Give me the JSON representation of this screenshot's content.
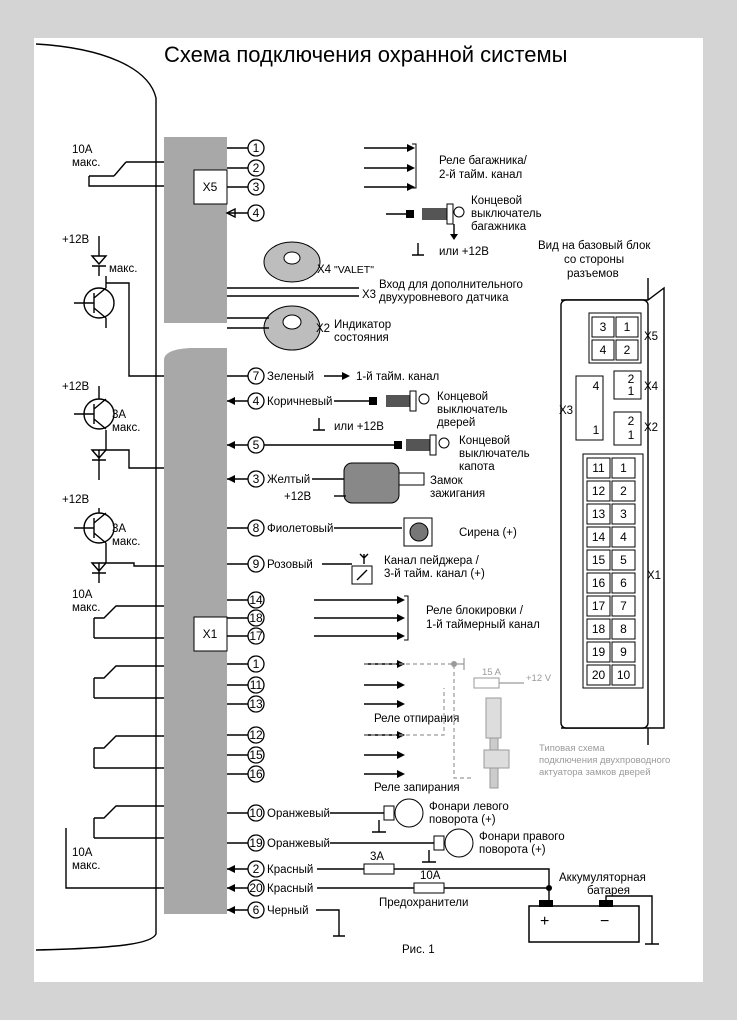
{
  "title": "Схема подключения охранной системы",
  "figure": "Рис. 1",
  "connectors": {
    "x5": "X5",
    "x1": "X1",
    "x4": "X4",
    "x3": "X3",
    "x2": "X2",
    "valet": "\"VALET\""
  },
  "left_labels": {
    "fuse_10a_max": "10A",
    "max": "макс.",
    "plus12": "+12В",
    "amp3": "3A"
  },
  "x5_pins": [
    "1",
    "2",
    "3",
    "4"
  ],
  "x5_labels": {
    "trunk_relay": "Реле багажника/",
    "trunk_relay_2": "2-й тайм. канал",
    "trunk_switch": "Концевой",
    "trunk_switch_2": "выключатель",
    "trunk_switch_3": "багажника",
    "or12": "или +12В"
  },
  "small_connectors": {
    "aux_sensor": "Вход для дополнительного",
    "aux_sensor_2": "двухуровневого датчика",
    "indicator": "Индикатор",
    "indicator_2": "состояния"
  },
  "wires": [
    {
      "pin": "7",
      "color": "Зеленый",
      "desc": "1-й тайм. канал"
    },
    {
      "pin": "4",
      "color": "Коричневый",
      "desc": "Концевой"
    },
    {
      "pin": "5"
    },
    {
      "pin": "3",
      "color": "Желтый"
    },
    {
      "pin": "8",
      "color": "Фиолетовый",
      "desc": "Сирена (+)"
    },
    {
      "pin": "9",
      "color": "Розовый",
      "desc": "Канал пейджера /"
    }
  ],
  "wire_texts": {
    "door_switch_2": "выключатель",
    "door_switch_3": "дверей",
    "or12": "или +12В",
    "hood_switch": "Концевой",
    "hood_switch_2": "выключатель",
    "hood_switch_3": "капота",
    "ignition": "Замок",
    "ignition_2": "зажигания",
    "plus12": "+12В",
    "pager_2": "3-й тайм. канал (+)"
  },
  "block_relay": {
    "pins": [
      "14",
      "18",
      "17"
    ],
    "label": "Реле блокировки /",
    "label_2": "1-й таймерный канал"
  },
  "unlock": {
    "pins": [
      "1",
      "11",
      "13"
    ],
    "label": "Реле отпирания"
  },
  "lock": {
    "pins": [
      "12",
      "15",
      "16"
    ],
    "label": "Реле запирания"
  },
  "actuator": {
    "fuse": "15 A",
    "plus": "+12 V",
    "note": "Типовая схема",
    "note_2": "подключения двухпроводного",
    "note_3": "актуатора замков дверей"
  },
  "lamps": [
    {
      "pin": "10",
      "color": "Оранжевый",
      "desc": "Фонари левого",
      "desc_2": "поворота (+)"
    },
    {
      "pin": "19",
      "color": "Оранжевый",
      "desc": "Фонари правого",
      "desc_2": "поворота (+)"
    }
  ],
  "power": [
    {
      "pin": "2",
      "color": "Красный",
      "fuse": "3A"
    },
    {
      "pin": "20",
      "color": "Красный",
      "fuse": "10A"
    },
    {
      "pin": "6",
      "color": "Черный"
    }
  ],
  "fuses_label": "Предохранители",
  "battery": {
    "label": "Аккумуляторная",
    "label_2": "батарея",
    "plus": "+",
    "minus": "−"
  },
  "base_block": {
    "title": "Вид на базовый блок",
    "title_2": "со стороны",
    "title_3": "разъемов",
    "x5_pins": [
      "3",
      "1",
      "4",
      "2"
    ],
    "x4_pins": [
      "2",
      "1"
    ],
    "x3_pins": [
      "4",
      "1"
    ],
    "x2_pins": [
      "2",
      "1"
    ],
    "x1_left": [
      "11",
      "12",
      "13",
      "14",
      "15",
      "16",
      "17",
      "18",
      "19",
      "20"
    ],
    "x1_right": [
      "1",
      "2",
      "3",
      "4",
      "5",
      "6",
      "7",
      "8",
      "9",
      "10"
    ]
  }
}
